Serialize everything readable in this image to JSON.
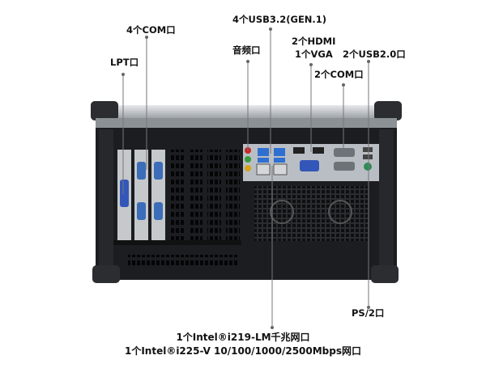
{
  "callouts": {
    "com4": "4个COM口",
    "lpt": "LPT口",
    "usb32": "4个USB3.2(GEN.1)",
    "audio": "音频口",
    "hdmi": "2个HDMI",
    "vga": "1个VGA",
    "usb20": "2个USB2.0口",
    "com2": "2个COM口",
    "ps2": "PS/2口",
    "lan1": "1个Intel®i219-LM千兆网口",
    "lan2": "1个Intel®i225-V 10/100/1000/2500Mbps网口"
  },
  "colors": {
    "chassis": "#1b1d20",
    "handle": "#2b2d30",
    "top_rail": "#cfd3d7",
    "slot_bracket": "#c5c9cc",
    "io_shield": "#b9bec4",
    "usb_blue": "#2f6fd1",
    "vga_blue": "#3357b8",
    "audio_red": "#c62828",
    "audio_green": "#3a9a3a",
    "ps2_green": "#2e8b57",
    "callout_line": "#777777"
  }
}
